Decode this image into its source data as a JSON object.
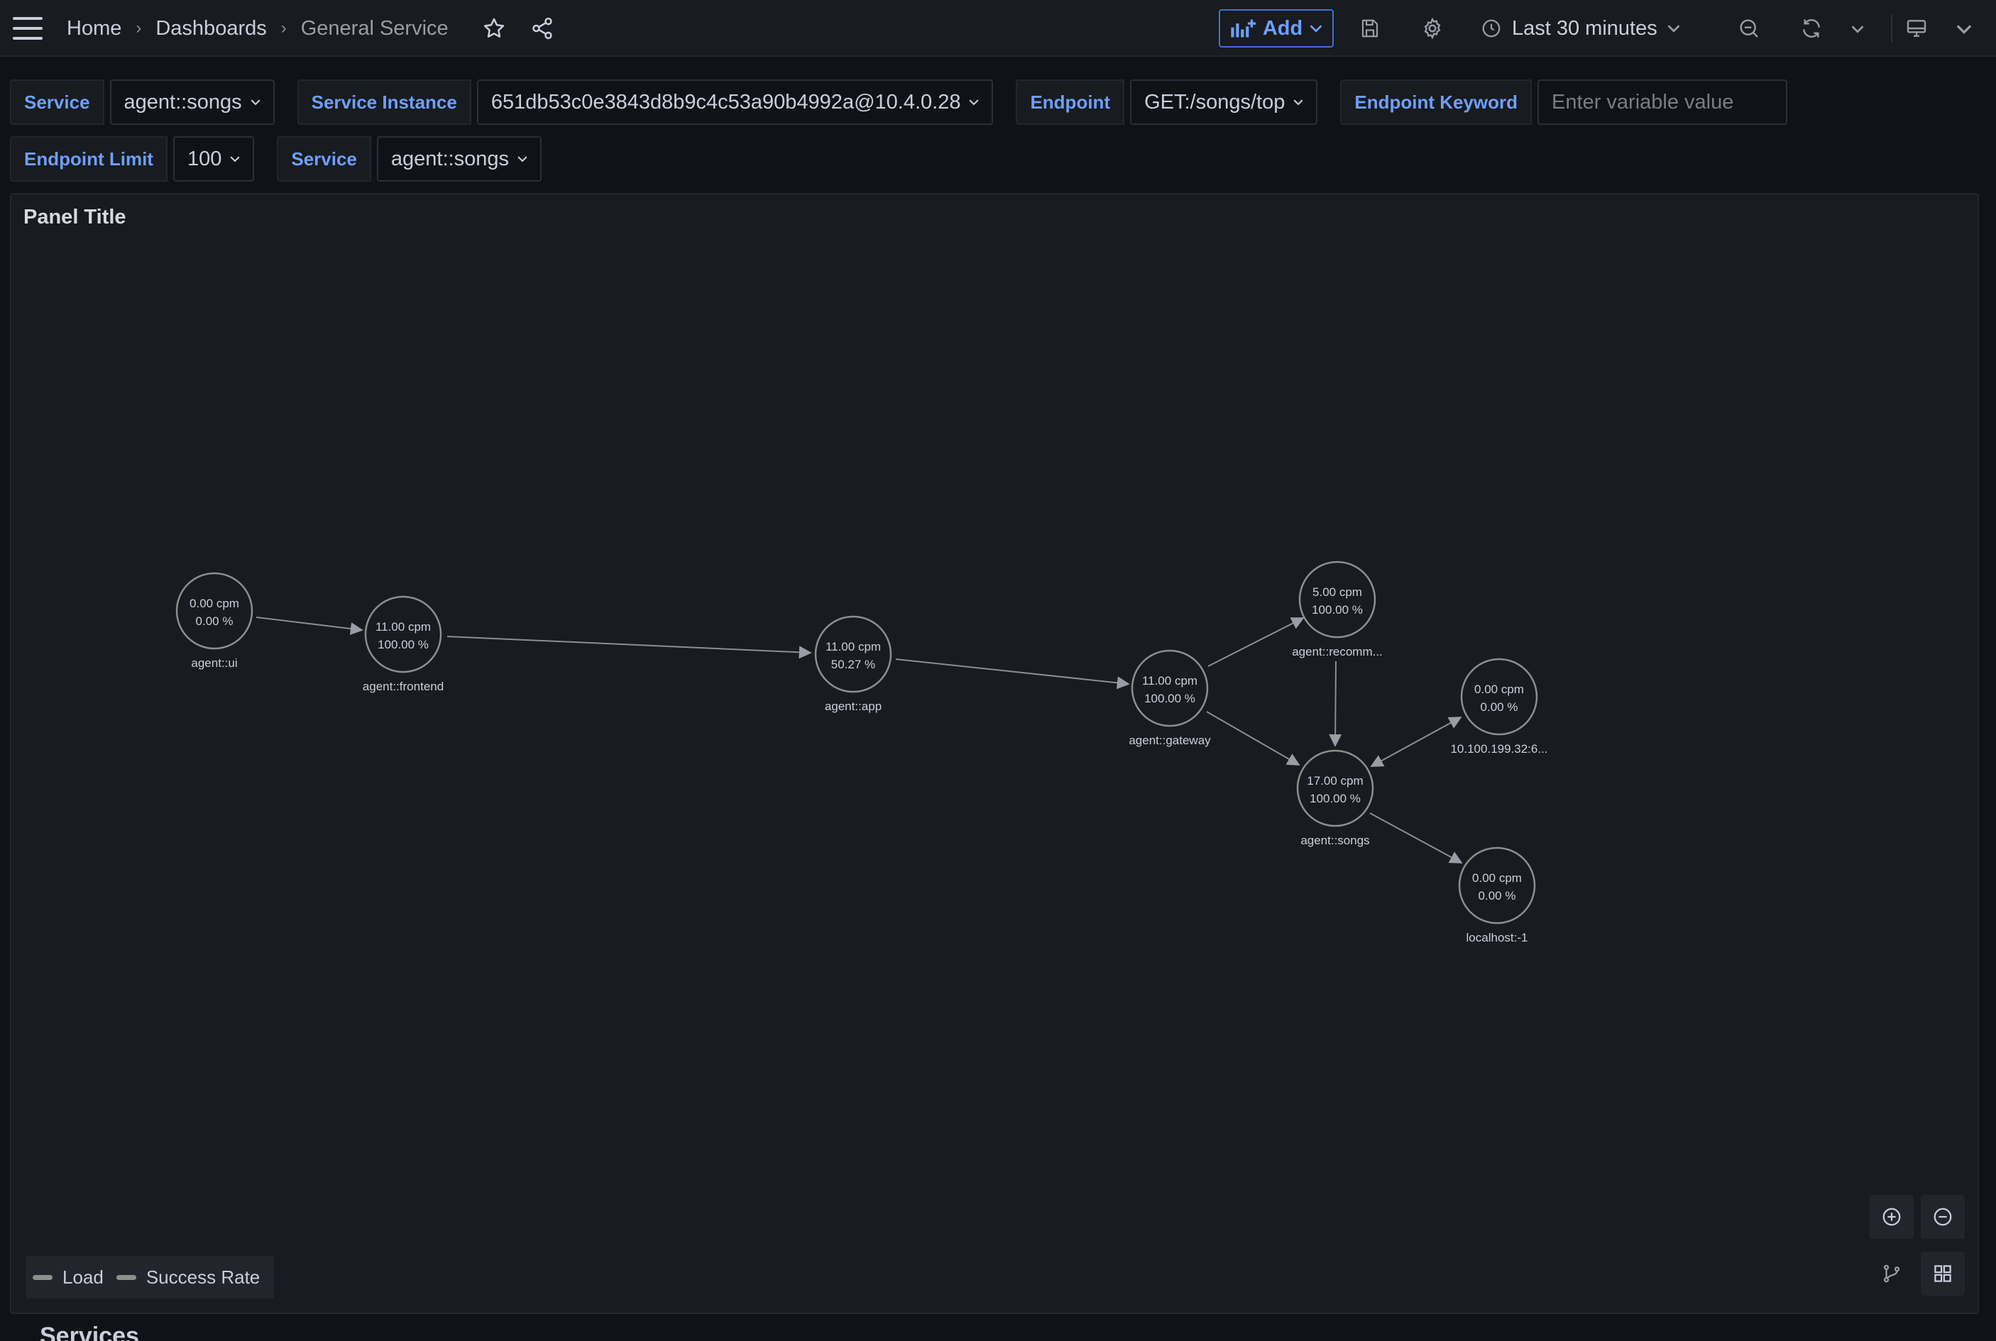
{
  "topbar": {
    "breadcrumb": [
      "Home",
      "Dashboards",
      "General Service"
    ],
    "add_label": "Add",
    "time_range": "Last 30 minutes"
  },
  "variables": {
    "service_label": "Service",
    "service_value": "agent::songs",
    "instance_label": "Service Instance",
    "instance_value": "651db53c0e3843d8b9c4c53a90b4992a@10.4.0.28",
    "endpoint_label": "Endpoint",
    "endpoint_value": "GET:/songs/top",
    "keyword_label": "Endpoint Keyword",
    "keyword_placeholder": "Enter variable value",
    "limit_label": "Endpoint Limit",
    "limit_value": "100",
    "service2_label": "Service",
    "service2_value": "agent::songs"
  },
  "panel": {
    "title": "Panel Title",
    "nodes": [
      {
        "id": "ui",
        "load": "0.00 cpm",
        "success": "0.00 %",
        "label": "agent::ui"
      },
      {
        "id": "frontend",
        "load": "11.00 cpm",
        "success": "100.00 %",
        "label": "agent::frontend"
      },
      {
        "id": "app",
        "load": "11.00 cpm",
        "success": "50.27 %",
        "label": "agent::app"
      },
      {
        "id": "gateway",
        "load": "11.00 cpm",
        "success": "100.00 %",
        "label": "agent::gateway"
      },
      {
        "id": "recomm",
        "load": "5.00 cpm",
        "success": "100.00 %",
        "label": "agent::recomm..."
      },
      {
        "id": "ip",
        "load": "0.00 cpm",
        "success": "0.00 %",
        "label": "10.100.199.32:6..."
      },
      {
        "id": "songs",
        "load": "17.00 cpm",
        "success": "100.00 %",
        "label": "agent::songs"
      },
      {
        "id": "localhost",
        "load": "0.00 cpm",
        "success": "0.00 %",
        "label": "localhost:-1"
      }
    ],
    "legend": [
      "Load",
      "Success Rate"
    ]
  },
  "below_panel_heading": "Services",
  "colors": {
    "accent": "#6e9fff",
    "node_stroke": "#8e8e8e",
    "background": "#111217",
    "panel": "#181b1f"
  }
}
